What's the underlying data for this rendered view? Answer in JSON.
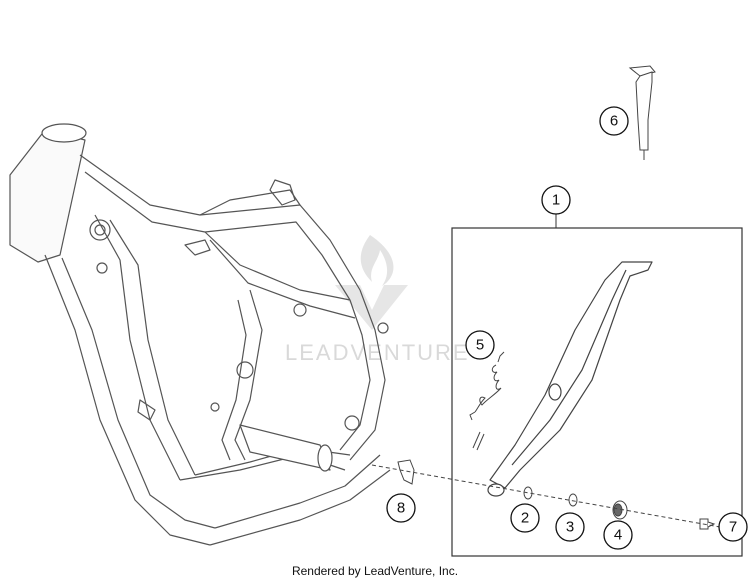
{
  "watermark": {
    "text": "LEADVENTURE"
  },
  "callouts": [
    {
      "number": "1"
    },
    {
      "number": "2"
    },
    {
      "number": "3"
    },
    {
      "number": "4"
    },
    {
      "number": "5"
    },
    {
      "number": "6"
    },
    {
      "number": "7"
    },
    {
      "number": "8"
    }
  ],
  "footer": {
    "text": "Rendered by LeadVenture, Inc."
  },
  "colors": {
    "line": "#333333",
    "frame": "#555555",
    "watermark": "#d9d9d9"
  }
}
